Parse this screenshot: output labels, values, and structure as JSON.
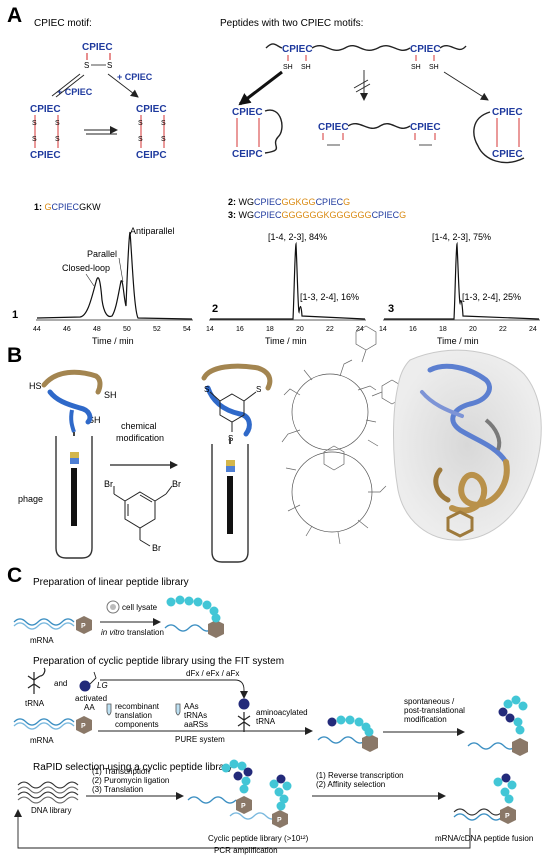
{
  "panels": {
    "a": "A",
    "b": "B",
    "c": "C"
  },
  "colors": {
    "cys": "#d21e1e",
    "pro": "#1f3a9e",
    "ile": "#7b2bb0",
    "glu": "#1a1a1a",
    "gly": "#d98a12",
    "trp": "#1a1a1a",
    "peptide_tan": "#a38550",
    "peptide_blue": "#2f69c9",
    "bead_cyan": "#42c6d6",
    "bead_navy": "#232a7a",
    "puromycin": "#8a7868"
  },
  "panel_a": {
    "motif_title": "CPIEC motif:",
    "two_motif_title": "Peptides with two CPIEC motifs:",
    "motif_top": "CPIEC",
    "motif_bottom_1": "CPIEC",
    "motif_bottom_2": "CEIPC",
    "plus_cpiec_left": "+ CPIEC",
    "plus_cpiec_right": "+ CPIEC",
    "disulfide_s": "S",
    "sh": "SH",
    "seq1_label": "1:",
    "seq1": {
      "p1": "G",
      "p2": "CPIEC",
      "p3": "GKW"
    },
    "seq2_label": "2:",
    "seq2": {
      "p1": "WG",
      "p2": "CPIEC",
      "p3": "GGKGG",
      "p4": "CPIEC",
      "p5": "G"
    },
    "seq3_label": "3:",
    "seq3": {
      "p1": "WG",
      "p2": "CPIEC",
      "p3": "GGGGGGKGGGGGG",
      "p4": "CPIEC",
      "p5": "G"
    },
    "chrom1": {
      "num": "1",
      "xlabel": "Time / min",
      "ticks": [
        "44",
        "46",
        "48",
        "50",
        "52",
        "54"
      ],
      "peak_antiparallel": "Antiparallel",
      "peak_parallel": "Parallel",
      "peak_closed": "Closed-loop"
    },
    "chrom2": {
      "num": "2",
      "xlabel": "Time / min",
      "ticks": [
        "14",
        "16",
        "18",
        "20",
        "22",
        "24"
      ],
      "peak_major": "[1-4, 2-3], 84%",
      "peak_minor": "[1-3, 2-4], 16%"
    },
    "chrom3": {
      "num": "3",
      "xlabel": "Time / min",
      "ticks": [
        "14",
        "16",
        "18",
        "20",
        "22",
        "24"
      ],
      "peak_major": "[1-4, 2-3], 75%",
      "peak_minor": "[1-3, 2-4], 25%"
    }
  },
  "panel_b": {
    "hs": "HS",
    "sh": "SH",
    "s": "S",
    "chemical_line1": "chemical",
    "chemical_line2": "modification",
    "phage": "phage",
    "br": "Br"
  },
  "panel_c": {
    "linear_title": "Preparation of linear peptide library",
    "cell_lysate": "cell lysate",
    "in_vitro": "in vitro",
    "translation": "translation",
    "mrna": "mRNA",
    "p": "P",
    "fit_title": "Preparation of cyclic peptide library using the FIT system",
    "trna": "tRNA",
    "and": "and",
    "lg": "LG",
    "activated_l1": "activated",
    "activated_l2": "AA",
    "flexizymes": "dFx / eFx / aFx",
    "recomb_l1": "recombinant",
    "recomb_l2": "translation",
    "recomb_l3": "components",
    "aas": "AAs",
    "trnas": "tRNAs",
    "aarss": "aaRSs",
    "aminoacyl_l1": "aminoacylated",
    "aminoacyl_l2": "tRNA",
    "pure_system": "PURE system",
    "spont_l1": "spontaneous /",
    "spont_l2": "post-translational",
    "spont_l3": "modification",
    "rapid_title": "RaPID selection using a cyclic peptide library",
    "step1": "(1) Transcription",
    "step2": "(2) Puromycin ligation",
    "step3": "(3) Translation",
    "rt1": "(1) Reverse transcription",
    "rt2": "(2) Affinity selection",
    "dna_library": "DNA library",
    "cyclic_library": "Cyclic peptide library (>10¹²)",
    "fusion": "mRNA/cDNA peptide fusion",
    "pcr": "PCR amplification"
  }
}
